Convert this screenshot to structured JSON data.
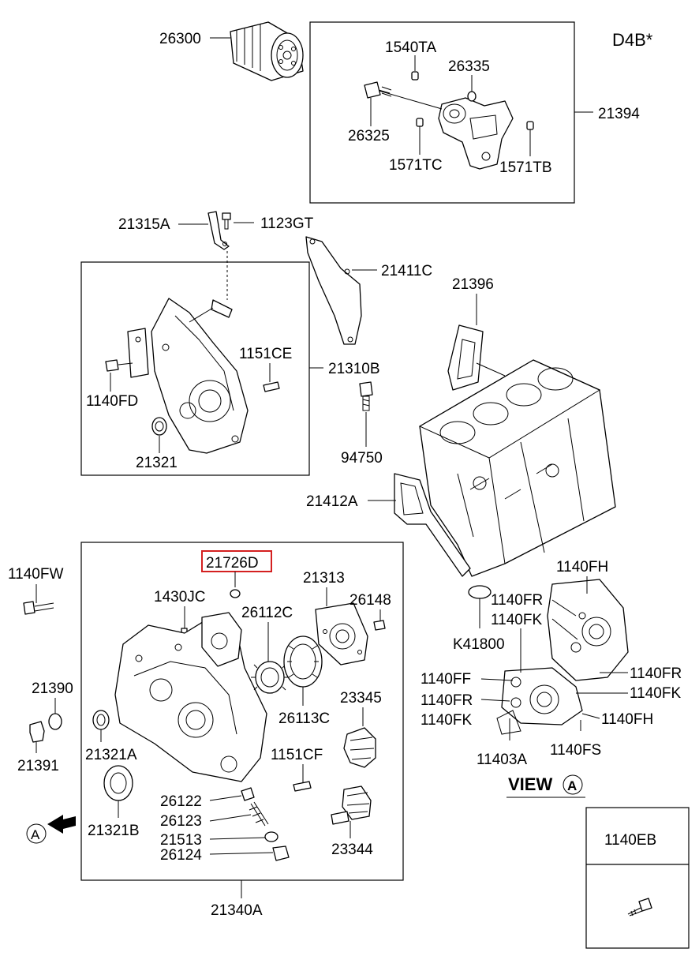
{
  "engine_code": "D4B*",
  "view_caption": "VIEW",
  "view_marker": "A",
  "section_marker": "A",
  "highlighted_part": "21726D",
  "oil_pump_group": {
    "group_label": "21394",
    "parts": [
      "1540TA",
      "26335",
      "26325",
      "1571TC",
      "1571TB"
    ]
  },
  "oil_filter": "26300",
  "timing_cover_group": {
    "group_label": "21310B",
    "parts": [
      "1151CE",
      "1140FD",
      "21321"
    ]
  },
  "upper_parts": [
    "21315A",
    "1123GT",
    "21411C",
    "21396",
    "94750",
    "21412A"
  ],
  "front_case_group": {
    "group_label": "21340A",
    "parts": [
      "21726D",
      "21313",
      "1430JC",
      "26148",
      "26112C",
      "23345",
      "26113C",
      "21321A",
      "1151CF",
      "26122",
      "26123",
      "21513",
      "26124",
      "23344",
      "21321B"
    ]
  },
  "left_parts": [
    "1140FW",
    "21390",
    "21391"
  ],
  "view_a_parts": [
    "1140FH",
    "K41800",
    "1140FR",
    "1140FK",
    "1140FF",
    "1140FR",
    "1140FK",
    "1140FR",
    "1140FK",
    "1140FH",
    "11403A",
    "1140FS"
  ],
  "legend_box": {
    "part": "1140EB"
  }
}
